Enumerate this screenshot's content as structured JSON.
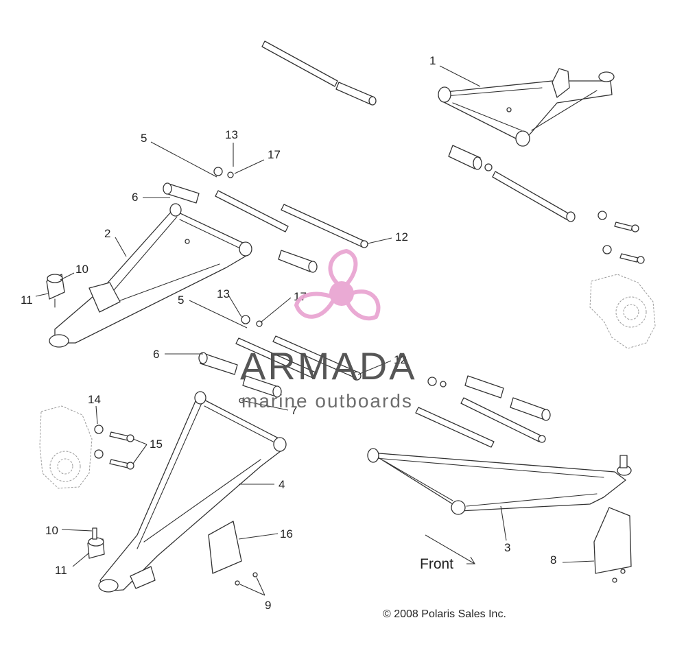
{
  "callouts": [
    {
      "id": "c1",
      "text": "1"
    },
    {
      "id": "c2",
      "text": "2"
    },
    {
      "id": "c3",
      "text": "3"
    },
    {
      "id": "c4",
      "text": "4"
    },
    {
      "id": "c5a",
      "text": "5"
    },
    {
      "id": "c5b",
      "text": "5"
    },
    {
      "id": "c6a",
      "text": "6"
    },
    {
      "id": "c6b",
      "text": "6"
    },
    {
      "id": "c7",
      "text": "7"
    },
    {
      "id": "c8",
      "text": "8"
    },
    {
      "id": "c9",
      "text": "9"
    },
    {
      "id": "c10a",
      "text": "10"
    },
    {
      "id": "c10b",
      "text": "10"
    },
    {
      "id": "c11a",
      "text": "11"
    },
    {
      "id": "c11b",
      "text": "11"
    },
    {
      "id": "c12a",
      "text": "12"
    },
    {
      "id": "c12b",
      "text": "12"
    },
    {
      "id": "c13a",
      "text": "13"
    },
    {
      "id": "c13b",
      "text": "13"
    },
    {
      "id": "c14",
      "text": "14"
    },
    {
      "id": "c15",
      "text": "15"
    },
    {
      "id": "c16",
      "text": "16"
    },
    {
      "id": "c17a",
      "text": "17"
    },
    {
      "id": "c17b",
      "text": "17"
    }
  ],
  "direction_label": "Front",
  "copyright": "© 2008 Polaris Sales Inc.",
  "watermark": {
    "brand": "ARMADA",
    "tagline": "marine outboards",
    "color": "#e9a6d2",
    "text_color": "#4d4d4d"
  },
  "colors": {
    "line": "#333333",
    "background": "#ffffff"
  }
}
